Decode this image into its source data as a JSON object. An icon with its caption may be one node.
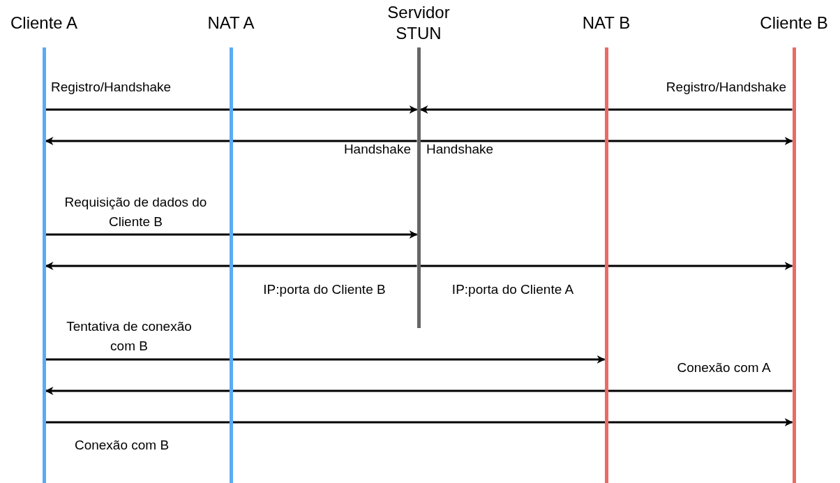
{
  "diagram": {
    "nodes": [
      {
        "text": [
          "Cliente A"
        ]
      },
      {
        "text": [
          "NAT A"
        ]
      },
      {
        "text": [
          "Servidor STUN"
        ]
      },
      {
        "text": [
          "NAT B"
        ]
      },
      {
        "text": [
          "Cliente B"
        ]
      }
    ],
    "edges": [
      {
        "from": 0,
        "to": 2,
        "arrow": "to",
        "label": "Registro/Handshake"
      },
      {
        "from": 4,
        "to": 2,
        "arrow": "to",
        "label": "Registro/Handshake"
      },
      {
        "from": 2,
        "to": 0,
        "arrow": "to",
        "label": "Handshake"
      },
      {
        "from": 2,
        "to": 4,
        "arrow": "to",
        "label": "Handshake"
      },
      {
        "from": 0,
        "to": 2,
        "arrow": "to",
        "label": "Requisição de dados do Cliente B"
      },
      {
        "from": 2,
        "to": 0,
        "arrow": "to",
        "label": "IP:porta do Cliente B"
      },
      {
        "from": 2,
        "to": 4,
        "arrow": "to",
        "label": "IP:porta do Cliente A"
      },
      {
        "from": 0,
        "to": 3,
        "arrow": "to",
        "label": "Tentativa de conexão com B"
      },
      {
        "from": 4,
        "to": 0,
        "arrow": "to",
        "label": "Conexão com A"
      },
      {
        "from": 0,
        "to": 4,
        "arrow": "to",
        "label": "Conexão com B"
      }
    ]
  }
}
